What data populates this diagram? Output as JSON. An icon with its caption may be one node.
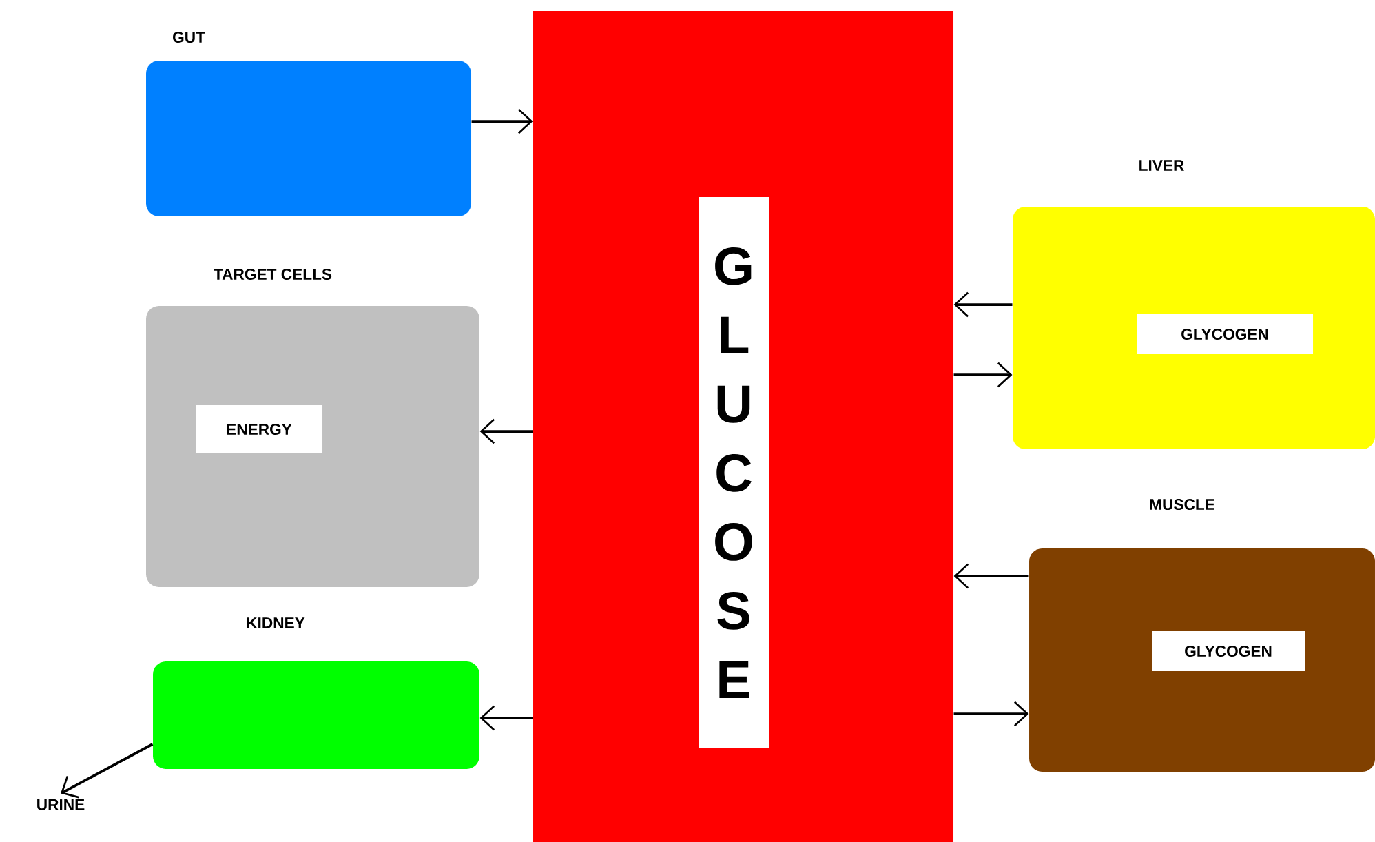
{
  "diagram": {
    "nodes": [
      {
        "text": [
          "GUT"
        ]
      },
      {
        "text": [],
        "shape": "bar"
      },
      {
        "text": [
          "GLUCOSE"
        ],
        "in": 1
      },
      {
        "text": [
          "LIVER"
        ]
      },
      {
        "text": [
          "GLYCOGEN"
        ],
        "in": 3
      },
      {
        "text": [
          "TARGET CELLS"
        ]
      },
      {
        "text": [
          "ENERGY"
        ],
        "in": 5
      },
      {
        "text": [
          "MUSCLE"
        ]
      },
      {
        "text": [
          "GLYCOGEN"
        ],
        "in": 7
      },
      {
        "text": [
          "KIDNEY"
        ]
      },
      {
        "text": [
          "URINE"
        ]
      }
    ],
    "edges": [
      {
        "from": 0,
        "to": 1,
        "arrow": "to"
      },
      {
        "from": 3,
        "to": 1,
        "arrow": "to"
      },
      {
        "from": 1,
        "to": 3,
        "arrow": "to"
      },
      {
        "from": 1,
        "to": 5,
        "arrow": "to"
      },
      {
        "from": 7,
        "to": 1,
        "arrow": "to"
      },
      {
        "from": 1,
        "to": 7,
        "arrow": "to"
      },
      {
        "from": 1,
        "to": 9,
        "arrow": "to"
      },
      {
        "from": 9,
        "to": 10,
        "arrow": "to"
      }
    ]
  }
}
